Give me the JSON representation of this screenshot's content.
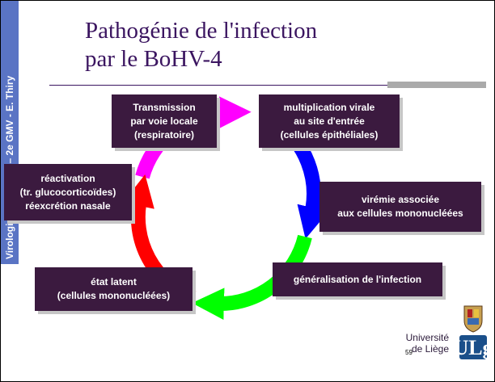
{
  "sidebar": {
    "text": "Virologie vétérinaire – 2e GMV - E. Thiry"
  },
  "title": {
    "line1": "Pathogénie de l'infection",
    "line2": "par le BoHV-4"
  },
  "cycle": {
    "steps": [
      {
        "lines": [
          "Transmission",
          "par voie locale",
          "(respiratoire)"
        ]
      },
      {
        "lines": [
          "multiplication virale",
          "au site d'entrée",
          "(cellules épithéliales)"
        ]
      },
      {
        "lines": [
          "virémie associée",
          "aux cellules mononucléées"
        ]
      },
      {
        "lines": [
          "généralisation de l'infection"
        ]
      },
      {
        "lines": [
          "état latent",
          "(cellules  mononucléées)"
        ]
      },
      {
        "lines": [
          "réactivation",
          "(tr. glucocorticoïdes)",
          "réexcrétion nasale"
        ]
      }
    ],
    "arrow_colors": [
      "#ff00ff",
      "#0000ff",
      "#00ff00",
      "#ff0000"
    ]
  },
  "footer": {
    "page_number": "59",
    "university_line1": "Université",
    "university_line2": "de Liège"
  },
  "colors": {
    "title": "#3b1560",
    "box": "#3b1a3f",
    "sidebar": "#5a74c4"
  },
  "icons": {
    "logo": "university-of-liege-logo-icon"
  }
}
